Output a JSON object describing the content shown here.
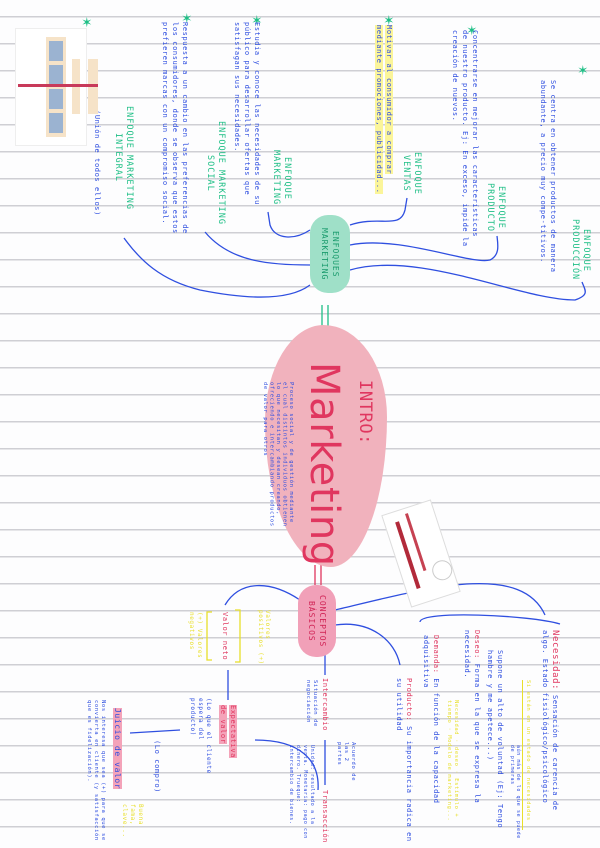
{
  "enfoques": {
    "center": "ENFOQUES MARKETING",
    "produccion": {
      "label": "ENFOQUE PRODUCCIÓN",
      "text": "Se centra en obtener productos de manera abundante, a precio muy compe-titivos."
    },
    "producto": {
      "label": "ENFOQUE PRODUCTO",
      "text": "Concentrarse en mejorar las características de nuestro producto. Ej: En exceso, impide la creación de nuevos."
    },
    "ventas": {
      "label": "ENFOQUE VENTAS",
      "text": "Motivar al consumidor a comprar mediante promociones, publicidad..."
    },
    "marketing": {
      "label": "ENFOQUE MARKETING",
      "text": "Estudia y conoce las necesidades de su público para desarrollar ofertas que satisfagan sus necesidades."
    },
    "social": {
      "label": "ENFOQUE MARKETING SOCIAL",
      "text": "Respuesta a un cambio en las preferencias de los consumidores, donde se observa que estos prefieren marcas con un compromiso social."
    },
    "integral": {
      "label": "ENFOQUE MARKETING INTEGRAL",
      "text": "(Unión de todos ellos)"
    }
  },
  "intro": {
    "heading": "INTRO:",
    "title": "Marketing",
    "definition": "Proceso social y de gestión mediante el cual distintos individuos obtienen lo que necesitan y desean creando, ofreciendo e intercambiando productos de valor para otros"
  },
  "conceptos": {
    "center": "CONCEPTOS BÁSICOS",
    "necesidad": {
      "term": "Necesidad:",
      "text": "Sensación de carencia de algo. Estado fisiológico/psicológico"
    },
    "necesidad_note": "Si están en un estado de necesidades",
    "necesidad_subnote": "aún más de lo que se puede de primeras",
    "supone": "Supone un alto de voluntad (Ej: Tengo hambre y me apetece...)",
    "deseo": {
      "term": "Deseo:",
      "text": "Forma en la que se expresa la necesidad."
    },
    "deseo_note": "Necesidad · deseo · Estímulo + tiempo · Modelo de marketing...",
    "demanda": {
      "term": "Demanda:",
      "text": "En función de la capacidad adquisitiva"
    },
    "producto": {
      "term": "Producto:",
      "text": "Su importancia radica en su utilidad"
    },
    "intercambio": {
      "term": "Intercambio",
      "text": "Situación de negociación"
    },
    "acuerdo": "Acuerdo de las 2 partes",
    "transaccion": {
      "term": "Transacción",
      "notes": "Unidad: resultado a la venta. Monetaria: pago con dinero. Trueque: intercambio de bienes."
    },
    "valor_neto": {
      "term": "Valor neto",
      "pos": "Valores positivos (+)",
      "neg": "(+) Valores negativos"
    },
    "expectativa": {
      "term": "Expectativa de valor",
      "text": "(Lo que el cliente espera del producto)"
    },
    "compra": "(Lo compro)",
    "juicio": {
      "term": "Juicio de valor",
      "text": "Nos interesa que sea (+) para que se convierta en cliente (y satisfacción que es fidelización).",
      "note": "Buena fama, clave..."
    }
  },
  "colors": {
    "blue": "#2f4fe0",
    "green": "#1fbf86",
    "pink": "#e0365f",
    "yellow": "#e8df2a",
    "blob": "#f1b2bd",
    "pill_green": "#9fe0c8",
    "pill_pink": "#f1a0b8"
  }
}
